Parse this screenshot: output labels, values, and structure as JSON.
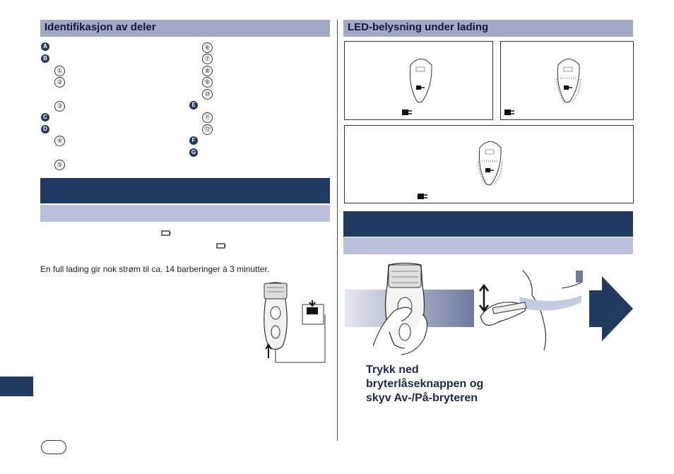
{
  "left": {
    "parts_heading": "Identifikasjon av deler",
    "col1_labels": [
      "A",
      "B",
      "①",
      "②",
      "③",
      "C",
      "D",
      "④",
      "⑤"
    ],
    "col2_labels": [
      "⑥",
      "⑦",
      "⑧",
      "⑨",
      "⑩",
      "E",
      "⑪",
      "⑫",
      "F",
      "G"
    ],
    "charge_text": "En full lading gir nok strøm til ca. 14 barberinger á 3 minutter."
  },
  "right": {
    "led_heading": "LED-belysning under lading",
    "instruction": "Trykk ned bryterlåseknappen og skyv Av-/På-bryteren"
  },
  "icons": {
    "battery": "battery-icon",
    "plug": "plug-icon",
    "arrow": "arrow-right-icon"
  },
  "colors": {
    "dark_bar": "#233a60",
    "light_bar": "#bcc0d8",
    "heading_bar": "#a3a8c4"
  }
}
